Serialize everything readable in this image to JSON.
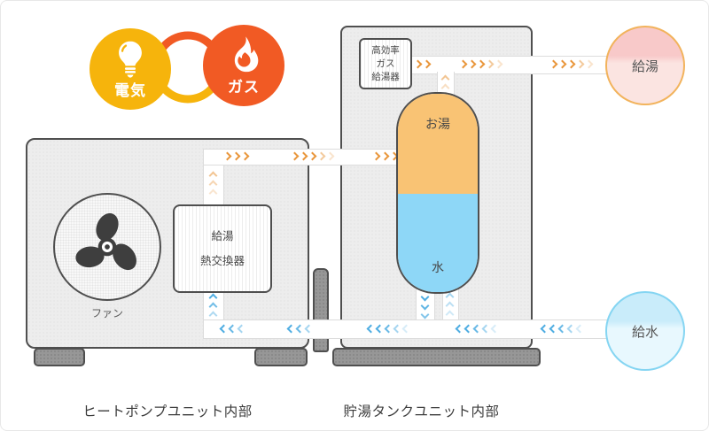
{
  "legend": {
    "electricity": {
      "label": "電気",
      "color": "#f6b40c"
    },
    "gas": {
      "label": "ガス",
      "color": "#f15a24"
    },
    "ring": {
      "top_color": "#f15a24",
      "bottom_color": "#f6b40c"
    }
  },
  "heat_pump_unit": {
    "caption": "ヒートポンプユニット内部",
    "fan_label": "ファン",
    "heat_exchanger": {
      "line1": "給湯",
      "line2": "熱交換器"
    }
  },
  "tank_unit": {
    "caption": "貯湯タンクユニット内部",
    "gas_heater": {
      "line1": "高効率",
      "line2": "ガス",
      "line3": "給湯器"
    },
    "tank": {
      "hot_label": "お湯",
      "hot_color": "#f9c374",
      "cold_label": "水",
      "cold_color": "#8ed7f7"
    }
  },
  "outlets": {
    "hot_supply_label": "給湯",
    "cold_supply_label": "給水"
  },
  "flow": {
    "hot_color": "#e9963b",
    "cold_color": "#4fade2"
  }
}
